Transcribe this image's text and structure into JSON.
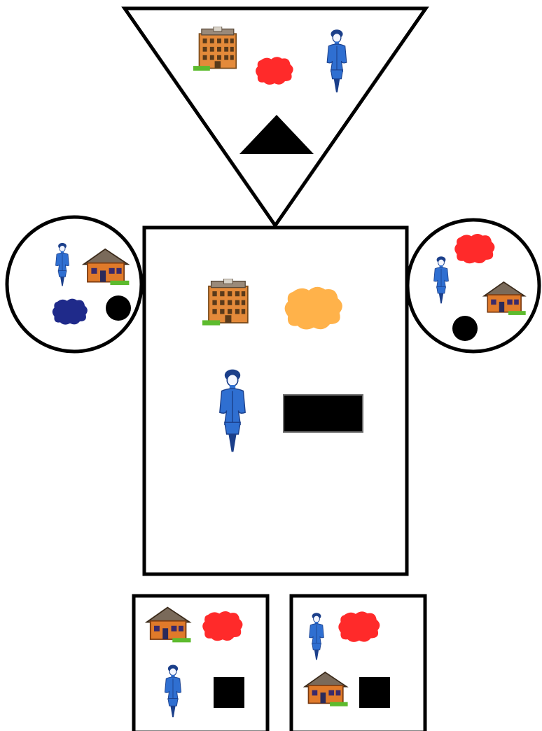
{
  "colors": {
    "outline": "#000000",
    "background": "#ffffff",
    "woman_blue": "#2f6fd1",
    "woman_dark": "#1b3f8a",
    "building_orange": "#e48a3a",
    "house_orange": "#e07a2a",
    "roof_gray": "#7a6a5a",
    "grass_green": "#5dbb2e",
    "blob_red": "#ff2a2a",
    "blob_orange": "#ffb24a",
    "blob_navy": "#1f2a8a",
    "shape_black": "#000000"
  },
  "frames": [
    {
      "id": "top-triangle",
      "shape": "inverted-triangle",
      "contents": [
        "building-icon",
        "red-blob",
        "woman-icon",
        "black-triangle"
      ]
    },
    {
      "id": "center-rectangle",
      "shape": "rectangle",
      "contents": [
        "building-icon",
        "orange-blob",
        "woman-icon",
        "black-rectangle"
      ]
    },
    {
      "id": "left-circle",
      "shape": "circle",
      "contents": [
        "woman-icon",
        "house-icon",
        "navy-blob",
        "black-circle"
      ]
    },
    {
      "id": "right-circle",
      "shape": "circle",
      "contents": [
        "red-blob",
        "woman-icon",
        "house-icon",
        "black-circle"
      ]
    },
    {
      "id": "bottom-left-square",
      "shape": "rectangle",
      "contents": [
        "house-icon",
        "red-blob",
        "woman-icon",
        "black-square"
      ]
    },
    {
      "id": "bottom-right-square",
      "shape": "rectangle",
      "contents": [
        "woman-icon",
        "red-blob",
        "house-icon",
        "black-square"
      ]
    }
  ]
}
